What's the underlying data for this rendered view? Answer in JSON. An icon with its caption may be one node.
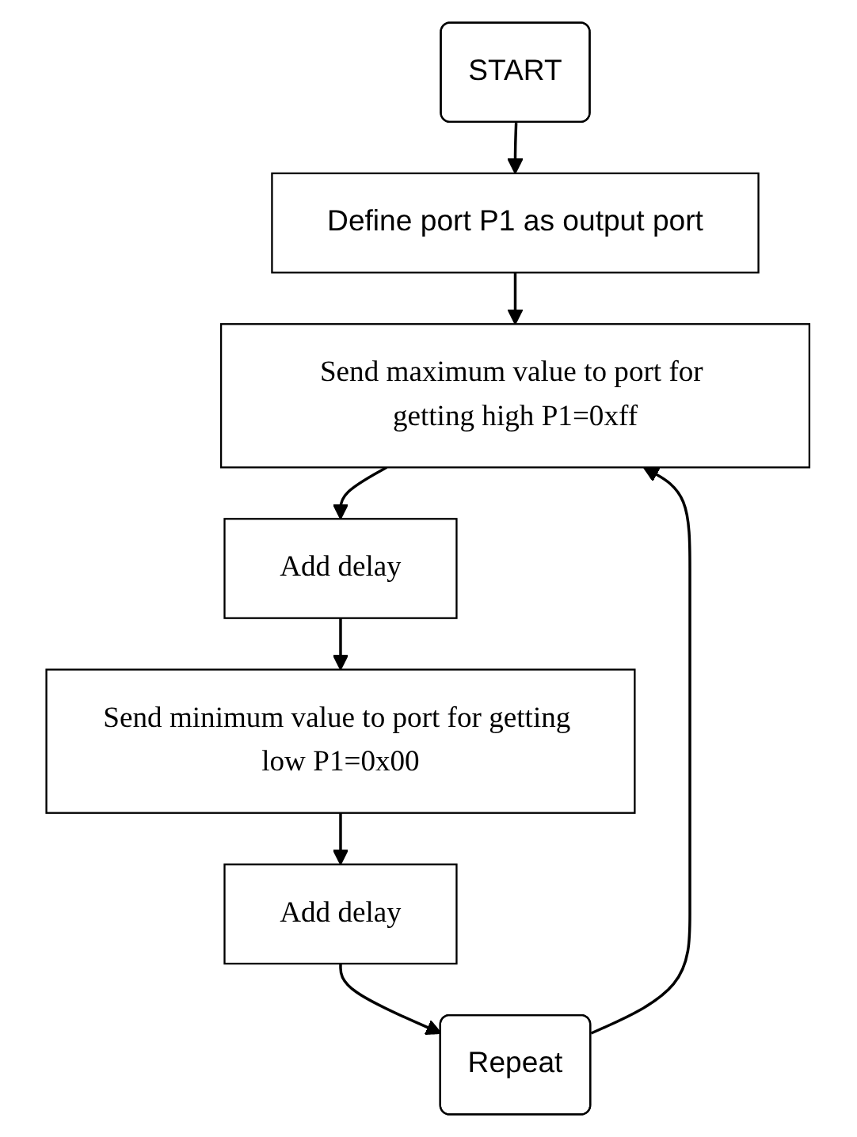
{
  "diagram": {
    "nodes": [
      {
        "text": [
          "START"
        ]
      },
      {
        "text": [
          "Define port P1 as output port"
        ]
      },
      {
        "text": [
          "Send maximum value to port for getting high P1=0xff"
        ]
      },
      {
        "text": [
          "Add delay"
        ]
      },
      {
        "text": [
          "Send minimum value to port for getting low P1=0x00"
        ]
      },
      {
        "text": [
          "Add delay"
        ]
      },
      {
        "text": [
          "Repeat"
        ]
      }
    ],
    "edges": [
      {
        "from": 0,
        "to": 1,
        "arrow": "to"
      },
      {
        "from": 1,
        "to": 2,
        "arrow": "to"
      },
      {
        "from": 2,
        "to": 3,
        "arrow": "to"
      },
      {
        "from": 3,
        "to": 4,
        "arrow": "to"
      },
      {
        "from": 4,
        "to": 5,
        "arrow": "to"
      },
      {
        "from": 5,
        "to": 6,
        "arrow": "to"
      },
      {
        "from": 6,
        "to": 2,
        "arrow": "to"
      }
    ]
  }
}
